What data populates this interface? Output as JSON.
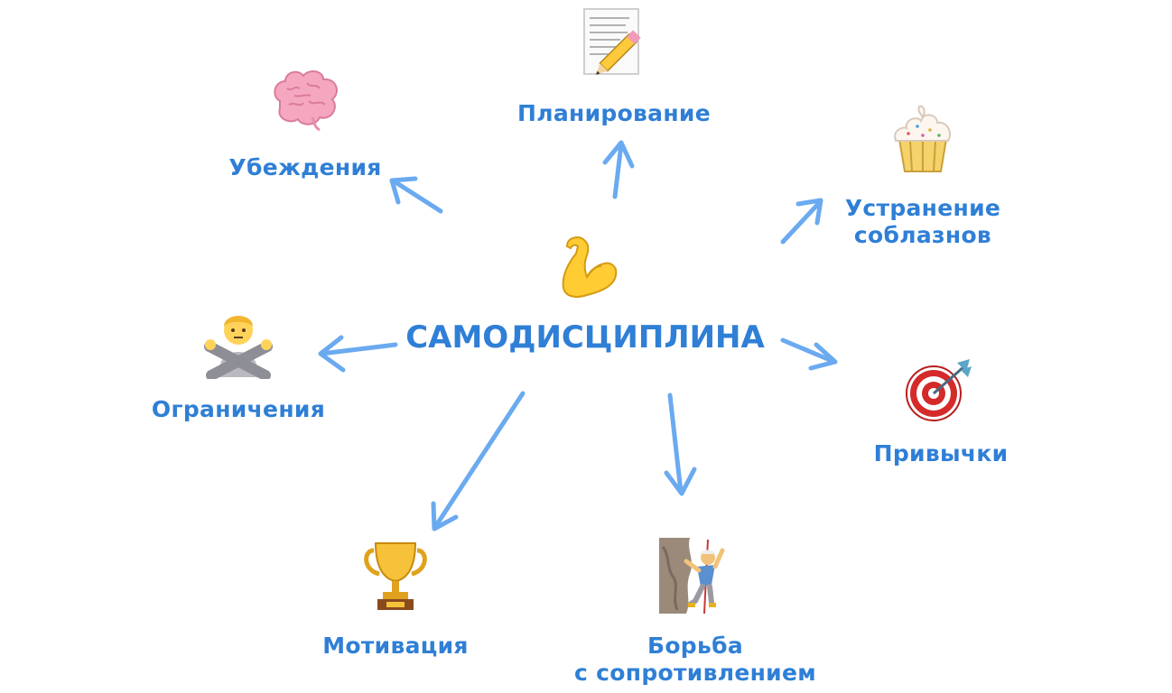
{
  "center": {
    "label": "САМОДИСЦИПЛИНА",
    "icon": "flexed-biceps-icon"
  },
  "nodes": [
    {
      "key": "planning",
      "label": "Планирование",
      "icon": "memo-pencil-icon"
    },
    {
      "key": "beliefs",
      "label": "Убеждения",
      "icon": "brain-icon"
    },
    {
      "key": "temptations",
      "label_line1": "Устранение",
      "label_line2": "соблазнов",
      "icon": "cupcake-icon"
    },
    {
      "key": "limits",
      "label": "Ограничения",
      "icon": "gesturing-no-icon"
    },
    {
      "key": "habits",
      "label": "Привычки",
      "icon": "direct-hit-icon"
    },
    {
      "key": "motivation",
      "label": "Мотивация",
      "icon": "trophy-icon"
    },
    {
      "key": "resistance",
      "label_line1": "Борьба",
      "label_line2": "с сопротивлением",
      "icon": "climber-icon"
    }
  ],
  "colors": {
    "text": "#2f7fd6",
    "arrow": "#6aaaf0"
  }
}
